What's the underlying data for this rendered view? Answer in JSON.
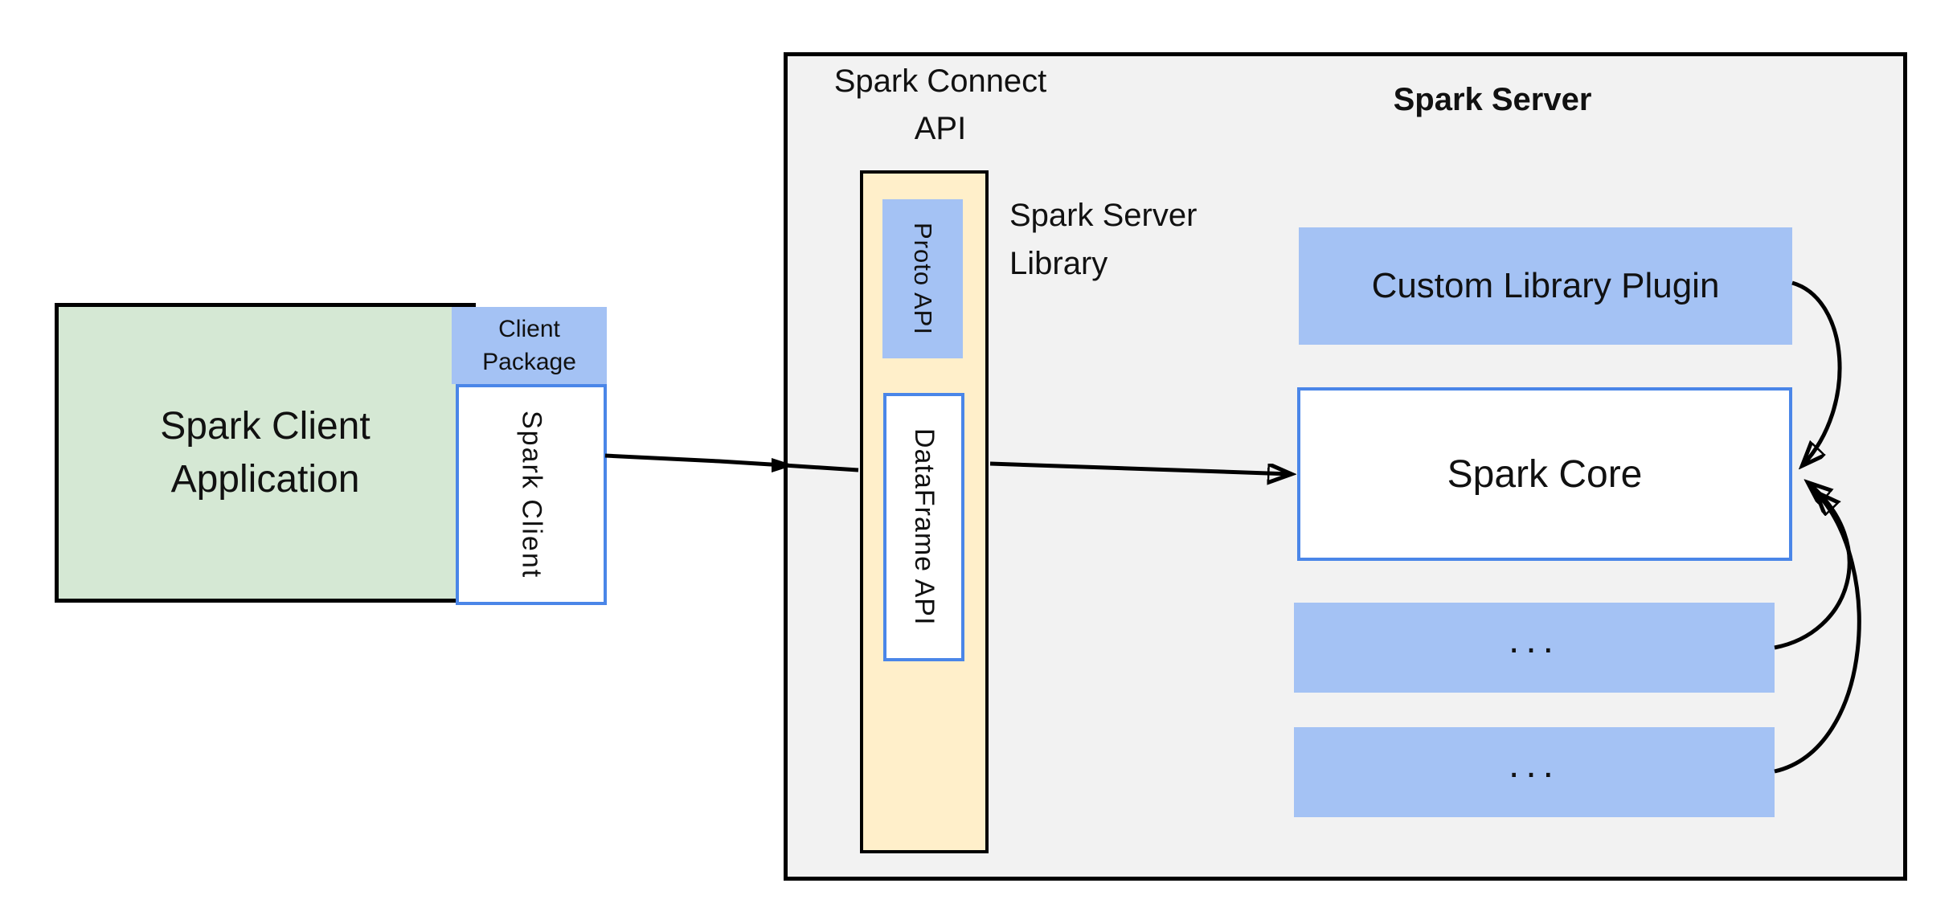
{
  "colors": {
    "green_fill": "#d5e8d4",
    "blue_fill": "#a4c2f4",
    "blue_border": "#4a86e8",
    "yellow_fill": "#ffefca",
    "gray_fill": "#f2f2f2",
    "line_color": "#000000",
    "text_color": "#111111"
  },
  "client": {
    "app_label_lines": [
      "Spark Client",
      "Application"
    ],
    "package_label_lines": [
      "Client",
      "Package"
    ],
    "client_label": "Spark Client"
  },
  "connect_api": {
    "label_lines": [
      "Spark Connect",
      "API"
    ],
    "proto_label": "Proto API",
    "dataframe_label": "DataFrame API",
    "library_label_lines": [
      "Spark Server",
      "Library"
    ]
  },
  "server": {
    "title": "Spark Server",
    "plugin_label": "Custom Library Plugin",
    "core_label": "Spark Core",
    "more_label_1": "...",
    "more_label_2": "..."
  }
}
